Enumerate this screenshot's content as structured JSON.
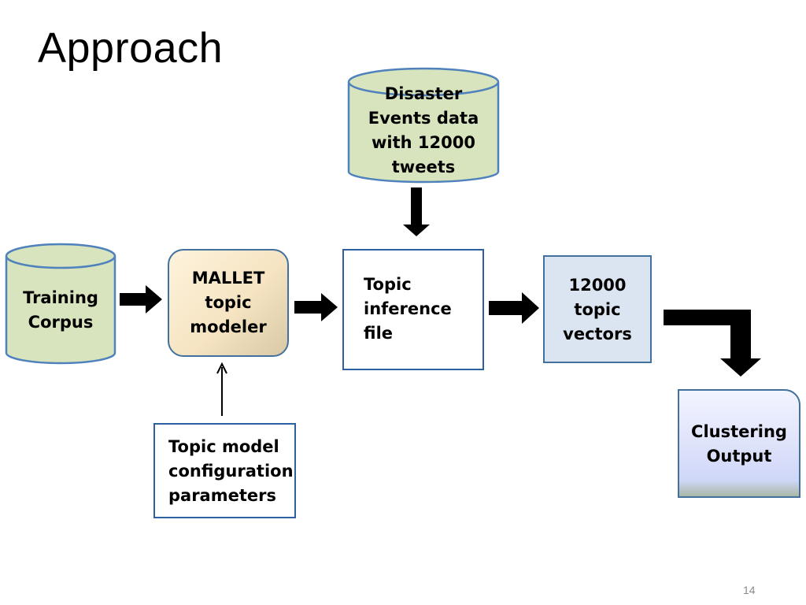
{
  "slide": {
    "title": "Approach",
    "page_number": "14"
  },
  "nodes": {
    "training_corpus": "Training Corpus",
    "disaster_data": "Disaster Events data with 12000 tweets",
    "mallet": "MALLET topic modeler",
    "inference": "Topic inference file",
    "vectors": "12000 topic vectors",
    "params": "Topic model configuration parameters",
    "clustering": "Clustering Output"
  },
  "colors": {
    "cylinder_fill": "#d7e4bd",
    "cylinder_stroke": "#4f81bd",
    "box_stroke": "#41719c",
    "vectors_fill": "#dbe5f1",
    "arrow": "#000000"
  }
}
